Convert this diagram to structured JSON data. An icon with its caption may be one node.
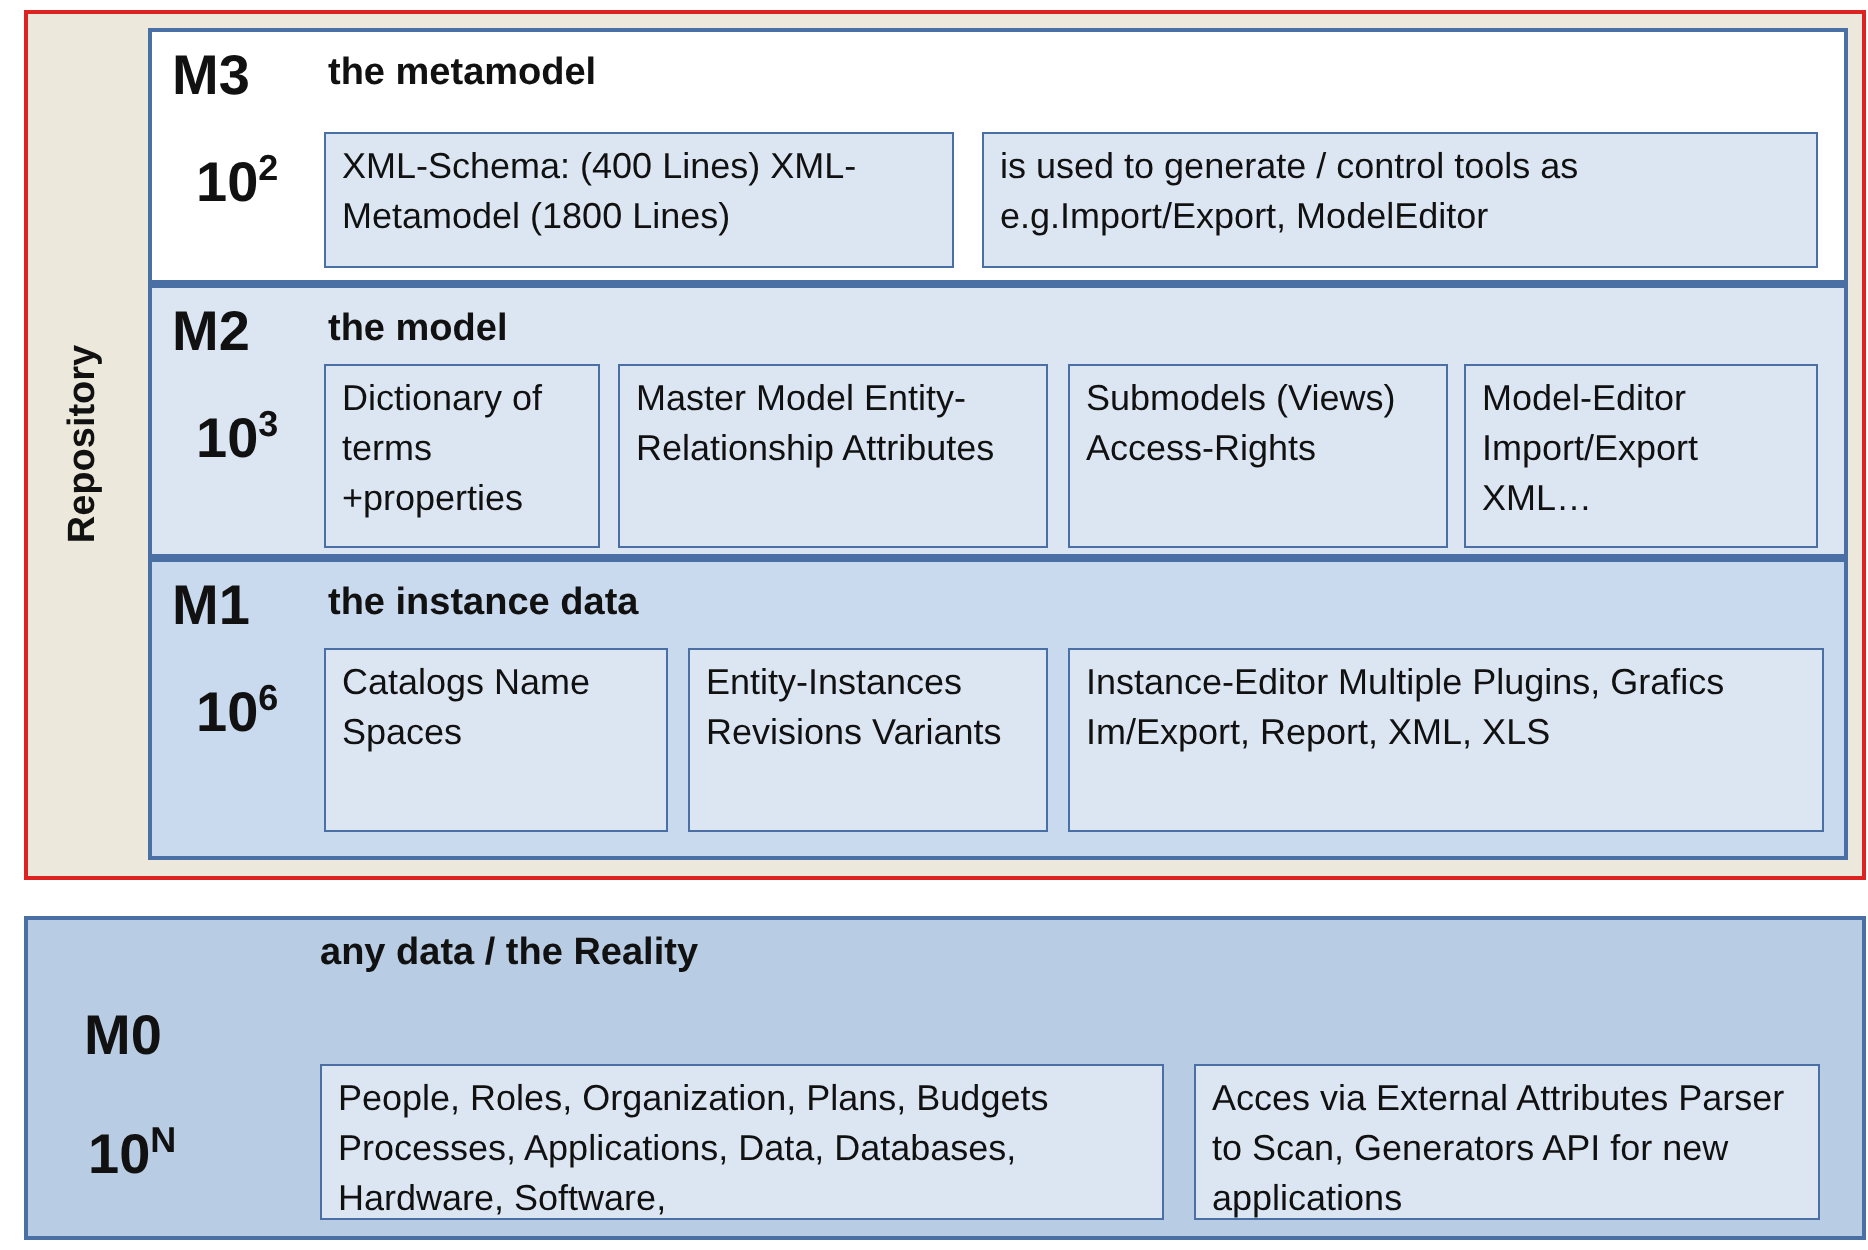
{
  "diagram": {
    "nodes": [
      {
        "text": [
          "Repository"
        ]
      },
      {
        "text": [
          "M3",
          "the metamodel",
          "10$^{2}$"
        ],
        "in": 0
      },
      {
        "text": [
          "XML-Schema: (400 Lines) XML-Metamodel (1800 Lines)"
        ],
        "in": 1
      },
      {
        "text": [
          "is used to generate / control tools as e.g.Import/Export, ModelEditor"
        ],
        "in": 1
      },
      {
        "text": [
          "M2",
          "the model",
          "10$^{3}$"
        ],
        "in": 0
      },
      {
        "text": [
          "Dictionary of terms +properties"
        ],
        "in": 4
      },
      {
        "text": [
          "Master Model Entity-Relationship Attributes"
        ],
        "in": 4
      },
      {
        "text": [
          "Submodels (Views) Access-Rights"
        ],
        "in": 4
      },
      {
        "text": [
          "Model-Editor Import/Export XML…"
        ],
        "in": 4
      },
      {
        "text": [
          "M1",
          "the instance data",
          "10$^{6}$"
        ],
        "in": 0
      },
      {
        "text": [
          "Catalogs Name Spaces"
        ],
        "in": 9
      },
      {
        "text": [
          "Entity-Instances Revisions Variants"
        ],
        "in": 9
      },
      {
        "text": [
          "Instance-Editor Multiple Plugins, Grafics Im/Export, Report, XML, XLS"
        ],
        "in": 9
      },
      {
        "text": [
          "M0",
          "any data / the Reality",
          "10$^{N}$"
        ]
      },
      {
        "text": [
          "People, Roles, Organization, Plans, Budgets Processes, Applications, Data, Databases, Hardware, Software,"
        ],
        "in": 13
      },
      {
        "text": [
          "Acces via External Attributes Parser to Scan, Generators API for new applications"
        ],
        "in": 13
      }
    ]
  }
}
